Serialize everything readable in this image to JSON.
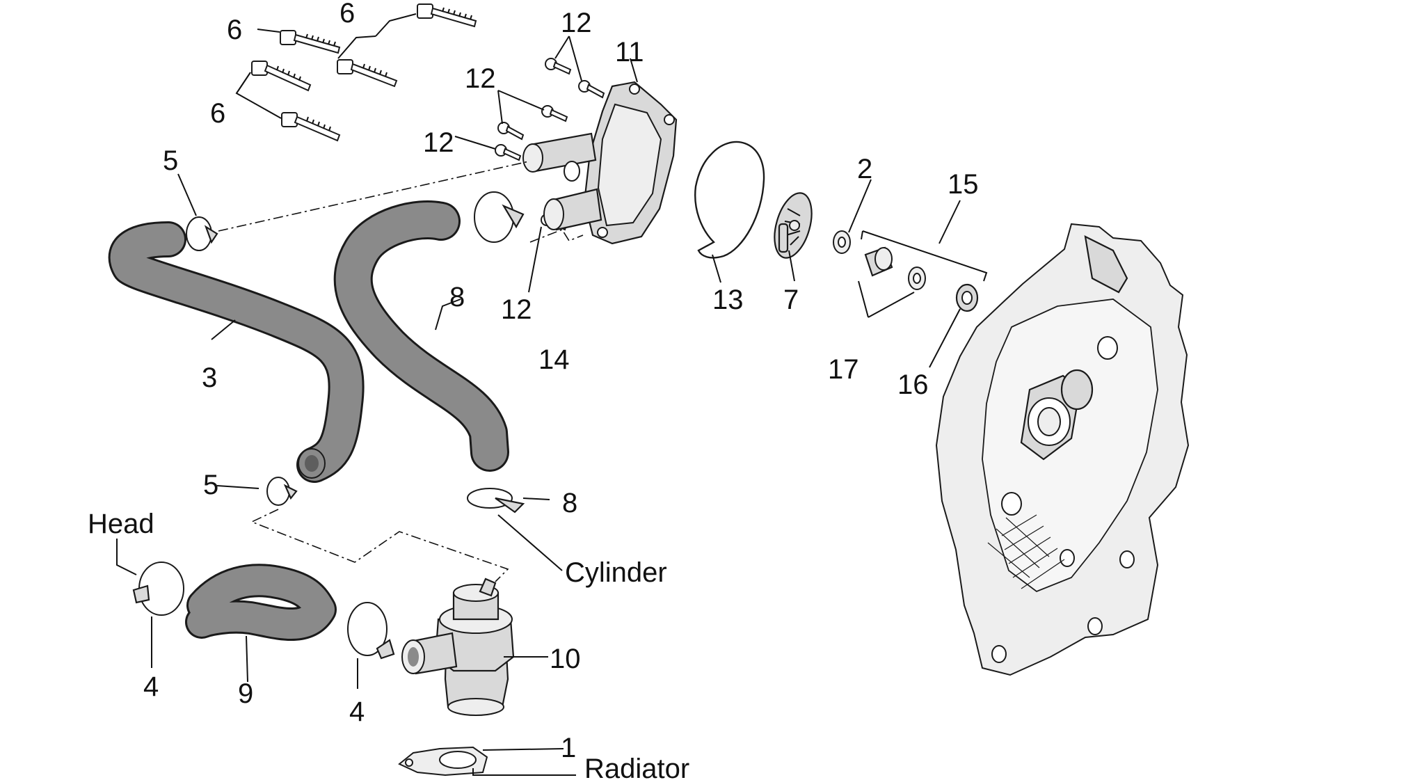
{
  "diagram": {
    "colors": {
      "hose": "#8a8a8a",
      "hose_outline": "#1a1a1a",
      "part_fill": "#d9d9d9",
      "line": "#111111",
      "background": "#ffffff"
    },
    "labels": {
      "head": "Head",
      "cylinder": "Cylinder",
      "radiator": "Radiator"
    },
    "callouts": {
      "c1": "1",
      "c2": "2",
      "c3": "3",
      "c4a": "4",
      "c4b": "4",
      "c5a": "5",
      "c5b": "5",
      "c6a": "6",
      "c6b": "6",
      "c6c": "6",
      "c7": "7",
      "c8a": "8",
      "c8b": "8",
      "c9": "9",
      "c10": "10",
      "c11": "11",
      "c12a": "12",
      "c12b": "12",
      "c12c": "12",
      "c12d": "12",
      "c13": "13",
      "c14": "14",
      "c15": "15",
      "c16": "16",
      "c17": "17"
    }
  }
}
